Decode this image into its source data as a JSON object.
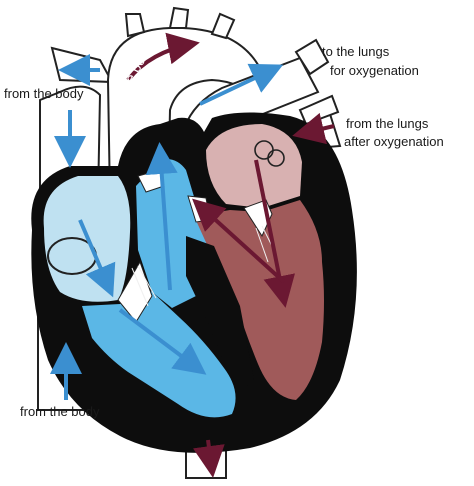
{
  "labels": {
    "to_body": "to the body",
    "from_body_upper": "from the body",
    "from_body_lower": "from the body",
    "to_lungs_line1": "to the lungs",
    "to_lungs_line2": "for oxygenation",
    "from_lungs_line1": "from the lungs",
    "from_lungs_line2": "after oxygenation"
  },
  "colors": {
    "outline": "#222222",
    "wall": "#0d0d0d",
    "deoxygenated_light": "#bfe1f1",
    "deoxygenated": "#5bb7e6",
    "deoxygenated_arrow": "#3b8fd0",
    "oxygenated_light": "#d8b1b1",
    "oxygenated": "#a05a5a",
    "oxygenated_arrow": "#6b1832",
    "vessel": "#ffffff"
  }
}
